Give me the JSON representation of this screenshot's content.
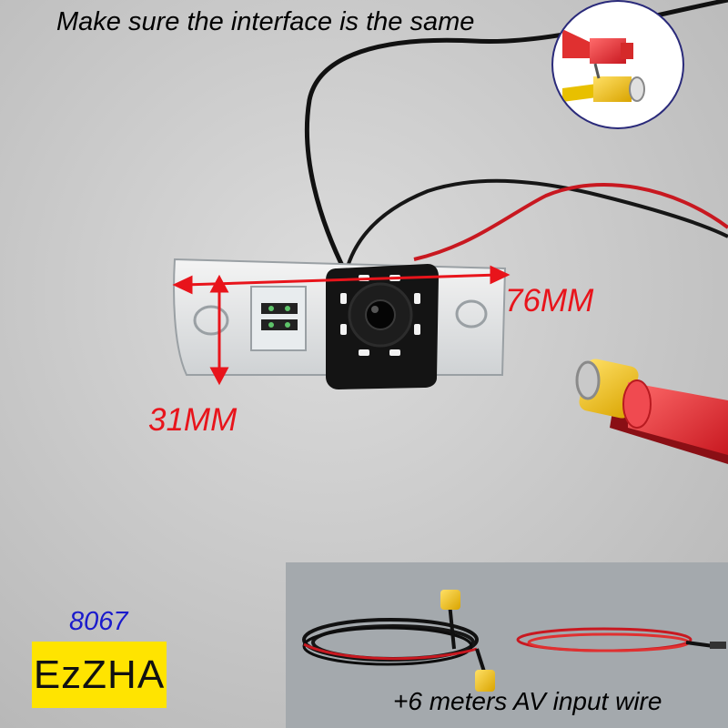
{
  "headline": "Make sure the interface is the same",
  "dimensions": {
    "width_label": "76MM",
    "height_label": "31MM"
  },
  "model_code": "8067",
  "brand": "EzZHA",
  "inset_caption": "+6 meters AV input wire",
  "colors": {
    "dimension_red": "#e8141b",
    "brand_yellow": "#ffe400",
    "model_blue": "#1a1acc",
    "rca_red": "#e8343a",
    "rca_yellow": "#f2c400"
  }
}
